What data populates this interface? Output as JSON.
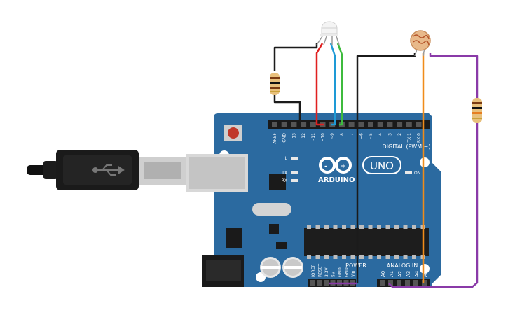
{
  "board": {
    "brand": "ARDUINO",
    "model": "UNO",
    "digital_header": "DIGITAL (PWM ~)",
    "power_header": "POWER",
    "analog_header": "ANALOG IN",
    "top_pins": [
      "AREF",
      "GND",
      "13",
      "12",
      "~11",
      "~10",
      "~9",
      "8",
      "7",
      "~6",
      "~5",
      "4",
      "~3",
      "2",
      "TX 1",
      "RX 0"
    ],
    "power_pins": [
      "IOREF",
      "RESET",
      "3.3V",
      "5V",
      "GND",
      "GND",
      "Vin"
    ],
    "analog_pins": [
      "A0",
      "A1",
      "A2",
      "A3",
      "A4",
      "A5"
    ],
    "leds": [
      "L",
      "TX",
      "RX"
    ],
    "on_label": "ON"
  },
  "wire_colors": {
    "black": "#1b1b1b",
    "red": "#e02020",
    "blue": "#1e9ad6",
    "green": "#3dbb3d",
    "orange": "#f08c1a",
    "purple": "#8a3aa8",
    "board": "#2b6aa0"
  }
}
